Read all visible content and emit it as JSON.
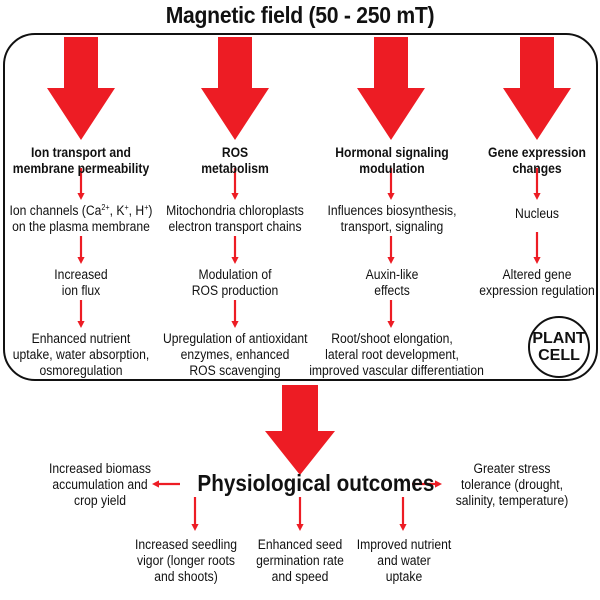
{
  "title": "Magnetic field (50 - 250 mT)",
  "colors": {
    "arrow_red": "#ed1c24",
    "text": "#111111",
    "border": "#111111",
    "background": "#ffffff"
  },
  "plant_cell_badge": {
    "line1": "PLANT",
    "line2": "CELL"
  },
  "columns": [
    {
      "heading": [
        "Ion transport and",
        "membrane permeability"
      ],
      "steps": [
        [
          "Ion channels (Ca2+, K+, H+)",
          "on the plasma membrane"
        ],
        [
          "Increased",
          "ion flux"
        ],
        [
          "Enhanced nutrient",
          "uptake, water absorption,",
          "osmoregulation"
        ]
      ],
      "ion_list": {
        "prefix": "Ion channels (Ca",
        "ca_sup": "2+",
        "k": ", K",
        "k_sup": "+",
        "h": ", H",
        "h_sup": "+",
        "suffix": ")"
      }
    },
    {
      "heading": [
        "ROS",
        "metabolism"
      ],
      "steps": [
        [
          "Mitochondria chloroplasts",
          "electron transport chains"
        ],
        [
          "Modulation of",
          "ROS production"
        ],
        [
          "Upregulation of antioxidant",
          "enzymes, enhanced",
          "ROS scavenging"
        ]
      ]
    },
    {
      "heading": [
        "Hormonal signaling",
        "modulation"
      ],
      "steps": [
        [
          "Influences biosynthesis,",
          "transport, signaling"
        ],
        [
          "Auxin-like",
          "effects"
        ],
        [
          "Root/shoot elongation,",
          "lateral root development,",
          "improved vascular differentiation"
        ]
      ]
    },
    {
      "heading": [
        "Gene expression",
        "changes"
      ],
      "steps": [
        [
          "Nucleus"
        ],
        [
          "Altered gene",
          "expression regulation"
        ]
      ]
    }
  ],
  "outcomes": {
    "title": "Physiological outcomes",
    "left": [
      "Increased biomass",
      "accumulation and",
      "crop yield"
    ],
    "right": [
      "Greater stress",
      "tolerance (drought,",
      "salinity, temperature)"
    ],
    "bottom": [
      [
        "Increased seedling",
        "vigor (longer roots",
        "and shoots)"
      ],
      [
        "Enhanced seed",
        "germination rate",
        "and speed"
      ],
      [
        "Improved nutrient",
        "and water",
        "uptake"
      ]
    ]
  }
}
